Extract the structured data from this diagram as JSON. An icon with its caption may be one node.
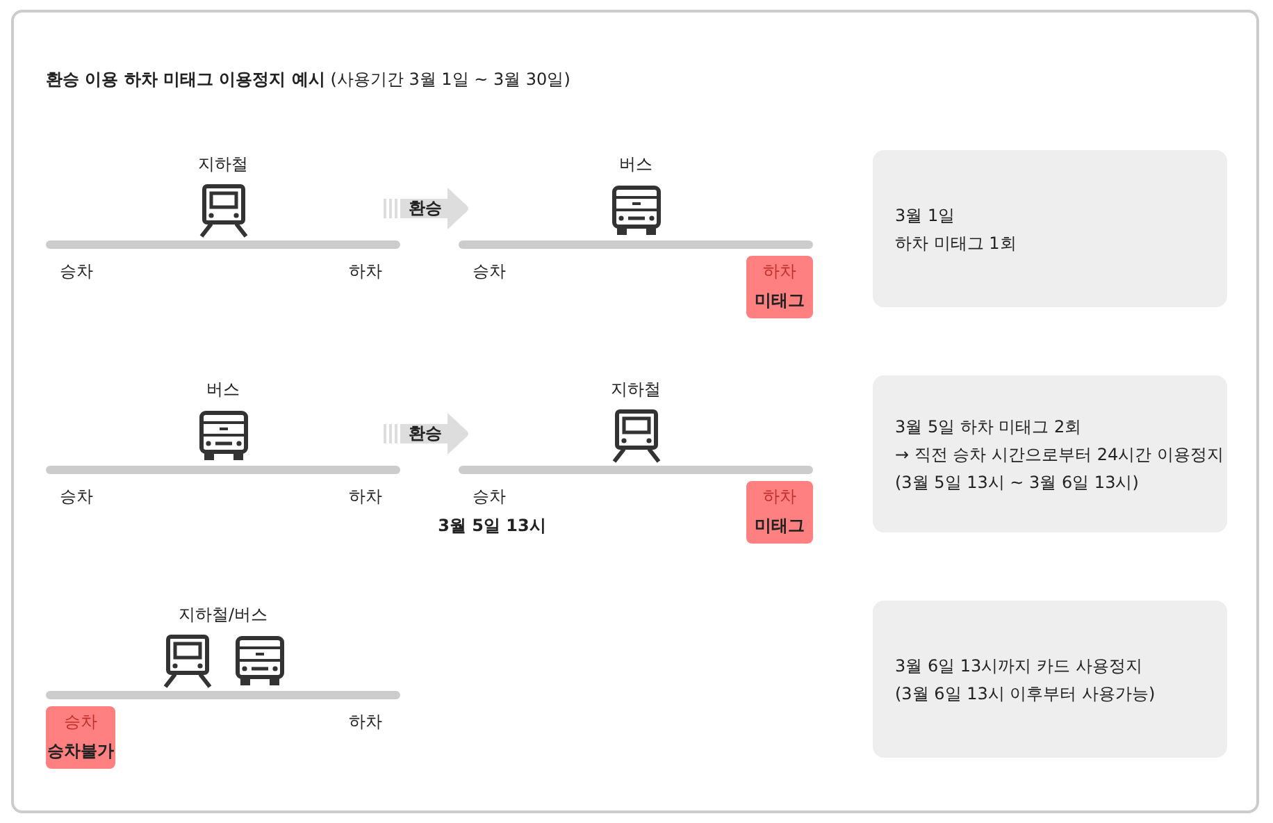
{
  "diagram": {
    "title": "**환승 이용 하차 미태그 이용정지 예시** (사용기간 3월 1일 ~ 3월 30일)",
    "nodes": [
      {
        "text": [
          "지하철",
          "승차",
          "하차"
        ]
      },
      {
        "text": [
          "버스",
          "승차",
          "하차",
          "미태그"
        ]
      },
      {
        "text": [
          "버스",
          "승차",
          "하차"
        ]
      },
      {
        "text": [
          "지하철",
          "승차",
          "하차",
          "미태그",
          "3월 5일 13시"
        ]
      },
      {
        "text": [
          "지하철/버스",
          "승차",
          "승차불가",
          "하차"
        ]
      },
      {
        "text": [
          "3월 1일",
          "하차 미태그 1회"
        ]
      },
      {
        "text": [
          "3월 5일 하차 미태그 2회",
          "→ 직전 승차 시간으로부터 24시간 이용정지",
          "(3월 5일 13시 ~ 3월 6일 13시)"
        ]
      },
      {
        "text": [
          "3월 6일 13시까지 카드 사용정지",
          "(3월 6일 13시 이후부터 사용가능)"
        ]
      }
    ],
    "edges": [
      {
        "from": 0,
        "to": 1,
        "arrow": "to",
        "label": "환승"
      },
      {
        "from": 2,
        "to": 3,
        "arrow": "to",
        "label": "환승"
      }
    ]
  }
}
